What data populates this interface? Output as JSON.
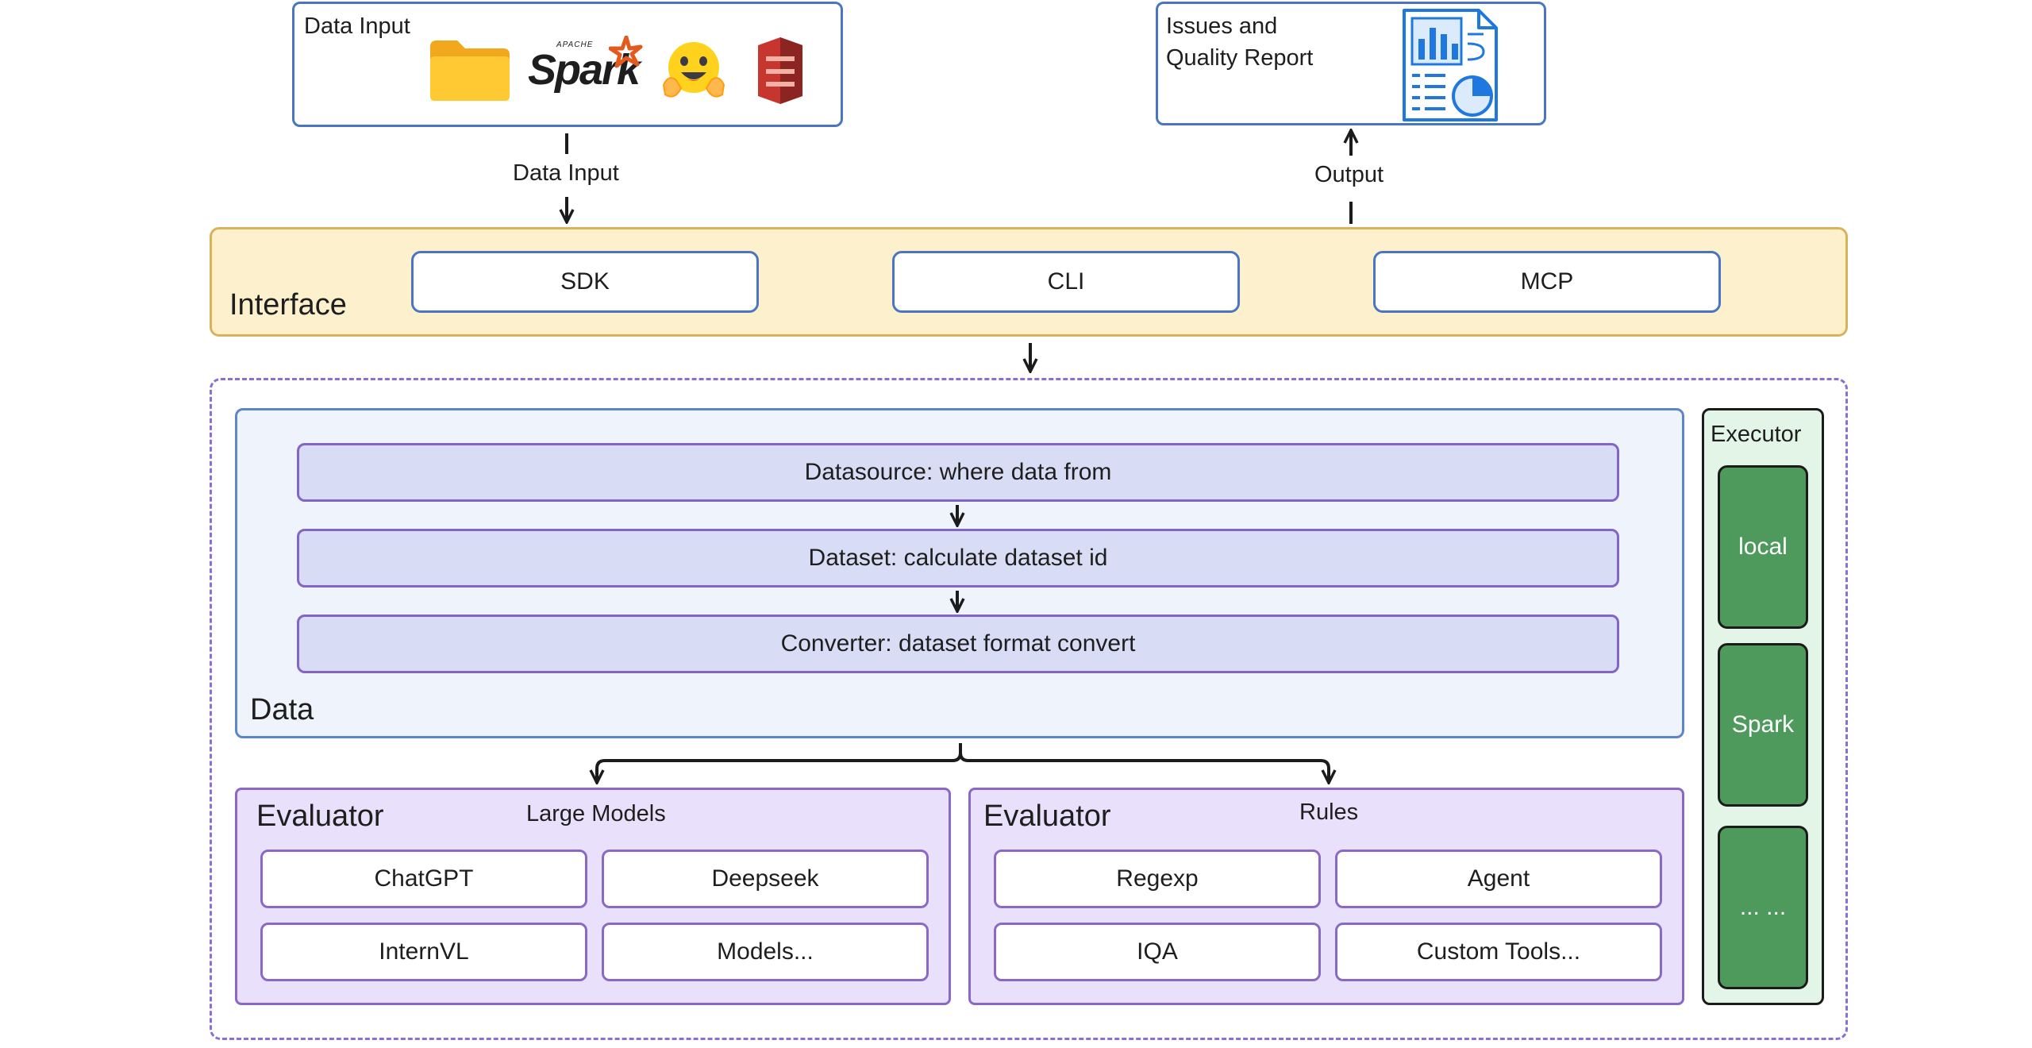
{
  "top_input": {
    "title": "Data Input",
    "icons": [
      "folder-icon",
      "apache-spark-logo",
      "hugging-face-logo",
      "amazon-s3-logo"
    ],
    "spark_small": "APACHE",
    "spark_big": "Spark"
  },
  "top_output": {
    "title_line1": "Issues and",
    "title_line2": "Quality Report",
    "icon": "report-document-icon"
  },
  "flow": {
    "input_label": "Data Input",
    "output_label": "Output"
  },
  "interface": {
    "title": "Interface",
    "items": [
      "SDK",
      "CLI",
      "MCP"
    ]
  },
  "data": {
    "title": "Data",
    "rows": [
      "Datasource: where data from",
      "Dataset: calculate dataset id",
      "Converter: dataset format convert"
    ]
  },
  "evaluator_models": {
    "title": "Evaluator",
    "subtitle": "Large Models",
    "items": [
      "ChatGPT",
      "Deepseek",
      "InternVL",
      "Models..."
    ]
  },
  "evaluator_rules": {
    "title": "Evaluator",
    "subtitle": "Rules",
    "items": [
      "Regexp",
      "Agent",
      "IQA",
      "Custom Tools..."
    ]
  },
  "executor": {
    "title": "Executor",
    "items": [
      "local",
      "Spark",
      "... ..."
    ]
  },
  "colors": {
    "interface_fill": "#fdf1cd",
    "data_fill": "#eff3fc",
    "evaluator_fill": "#e9e0fb",
    "executor_fill": "#e2f5e6",
    "executor_item": "#4e9a5c"
  }
}
